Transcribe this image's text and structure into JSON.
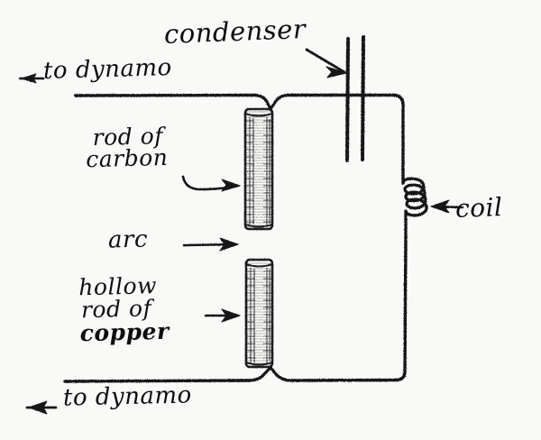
{
  "figure": {
    "kind": "hand-drawn electrical circuit diagram",
    "background_color": "#f9f9f8",
    "ink_color": "#111111"
  },
  "labels": {
    "condenser": "condenser",
    "to_dynamo_top": "to dynamo",
    "rod_of_carbon_line1": "rod of",
    "rod_of_carbon_line2": "carbon",
    "arc": "arc",
    "coil": "coil",
    "hollow_line1": "hollow",
    "hollow_line2": "rod of",
    "hollow_line3": "copper",
    "to_dynamo_bottom": "to dynamo"
  },
  "components": {
    "carbon_rod": "rod of carbon",
    "copper_rod": "hollow rod of copper",
    "condenser": "condenser",
    "coil": "coil",
    "arc_gap": "arc",
    "top_lead": "to dynamo",
    "bottom_lead": "to dynamo"
  },
  "icons": {
    "arrow_left_top": "arrow-left-icon",
    "arrow_left_bottom": "arrow-left-icon",
    "arrow_right_carbon": "arrow-right-icon",
    "arrow_right_arc": "arrow-right-icon",
    "arrow_right_copper": "arrow-right-icon",
    "arrow_down_right_condenser": "arrow-down-right-icon",
    "arrow_left_coil": "arrow-left-icon"
  }
}
